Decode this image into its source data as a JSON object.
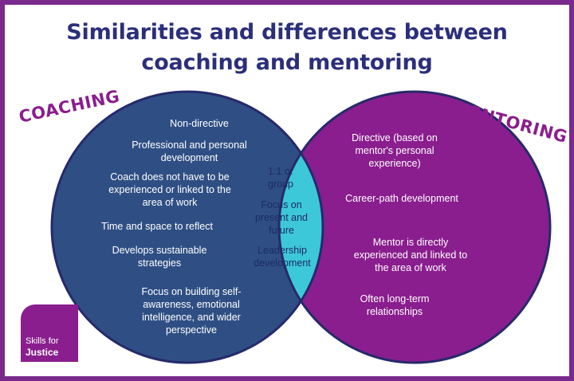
{
  "title_line1": "Similarities and differences between",
  "title_line2": "coaching and mentoring",
  "coaching": {
    "label": "COACHING",
    "items": [
      "Non-directive",
      "Professional and personal development",
      "Coach does not have to be experienced or linked to the area of work",
      "Time and space to reflect",
      "Develops sustainable strategies",
      "Focus on building self-awareness, emotional intelligence, and wider perspective"
    ]
  },
  "mentoring": {
    "label": "MENTORING",
    "items": [
      "Directive (based on mentor's personal experience)",
      "Career-path development",
      "Mentor is directly experienced and linked to the area of work",
      "Often long-term relationships"
    ]
  },
  "overlap": {
    "items": [
      "1:1 or group",
      "Focus on present and future",
      "Leadership development"
    ]
  },
  "logo": {
    "line1": "Skills for",
    "line2": "Justice"
  },
  "colors": {
    "border": "#7a2a8c",
    "title": "#2b2f7a",
    "coaching_fill": "#2f4f84",
    "mentoring_fill": "#8a1e8e",
    "overlap_fill": "#3cc8d8",
    "circle_stroke": "#262a6b"
  }
}
